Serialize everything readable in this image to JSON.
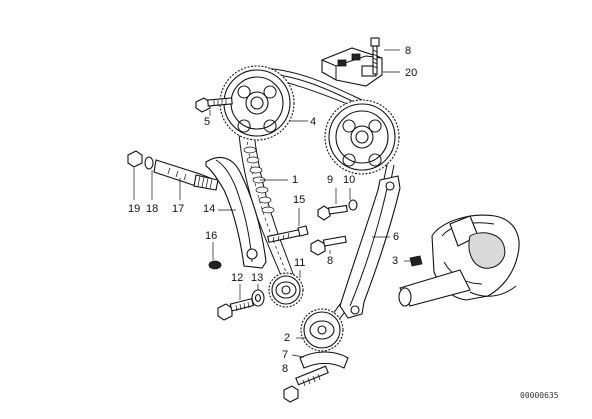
{
  "callouts": {
    "c1": "1",
    "c2": "2",
    "c3": "3",
    "c4": "4",
    "c5": "5",
    "c6": "6",
    "c7": "7",
    "c8a": "8",
    "c8b": "8",
    "c8c": "8",
    "c9": "9",
    "c10": "10",
    "c11": "11",
    "c12": "12",
    "c13": "13",
    "c14": "14",
    "c15": "15",
    "c16": "16",
    "c17": "17",
    "c18": "18",
    "c19": "19",
    "c20": "20"
  },
  "reference_number": "00000635"
}
